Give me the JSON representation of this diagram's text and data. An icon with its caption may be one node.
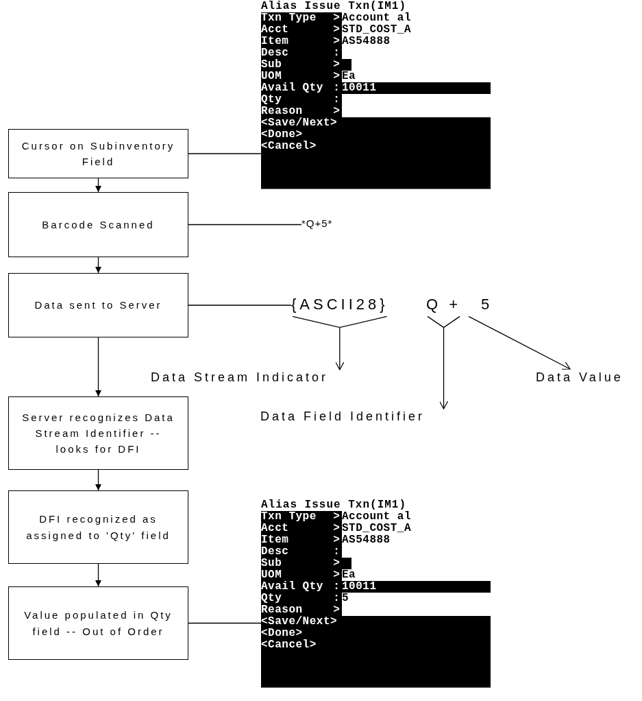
{
  "diagram": {
    "nodes": [
      {
        "text": [
          "Alias Issue Txn(IM1)",
          "Txn Type",
          ">",
          "Account al",
          "Acct",
          ">",
          "STD_COST_A",
          "Item",
          ">",
          "AS54888",
          "Desc",
          ":",
          "Sub",
          ">",
          "UOM",
          ">",
          "Ea",
          "Avail Qty",
          ":",
          "10011",
          "Qty",
          ":",
          "Reason",
          ">",
          "<Save/Next>",
          "<Done>",
          "<Cancel>"
        ]
      },
      {
        "text": [
          "Cursor on Subinventory Field"
        ]
      },
      {
        "text": [
          "Barcode Scanned"
        ]
      },
      {
        "text": [
          "*Q+5*"
        ]
      },
      {
        "text": [
          "Data sent to Server"
        ]
      },
      {
        "text": [
          "{ASCII28}"
        ]
      },
      {
        "text": [
          "Q +"
        ]
      },
      {
        "text": [
          "5"
        ]
      },
      {
        "text": [
          "Data Stream Indicator"
        ]
      },
      {
        "text": [
          "Data Value"
        ]
      },
      {
        "text": [
          "Data Field Identifier"
        ]
      },
      {
        "text": [
          "Server recognizes Data Stream Identifier -- looks for DFI"
        ]
      },
      {
        "text": [
          "DFI recognized as assigned to 'Qty' field"
        ]
      },
      {
        "text": [
          "Alias Issue Txn(IM1)",
          "Txn Type",
          ">",
          "Account al",
          "Acct",
          ">",
          "STD_COST_A",
          "Item",
          ">",
          "AS54888",
          "Desc",
          ":",
          "Sub",
          ">",
          "UOM",
          ">",
          "Ea",
          "Avail Qty",
          ":",
          "10011",
          "Qty",
          ":",
          "5",
          "Reason",
          ">",
          "<Save/Next>",
          "<Done>",
          "<Cancel>"
        ]
      },
      {
        "text": [
          "Value populated in Qty field -- Out of Order"
        ]
      }
    ],
    "edges": [
      {
        "from": 1,
        "to": 0,
        "arrow": "none"
      },
      {
        "from": 1,
        "to": 2,
        "arrow": "to"
      },
      {
        "from": 2,
        "to": 3,
        "arrow": "none"
      },
      {
        "from": 2,
        "to": 4,
        "arrow": "to"
      },
      {
        "from": 4,
        "to": 5,
        "arrow": "none"
      },
      {
        "from": 4,
        "to": 11,
        "arrow": "to"
      },
      {
        "from": 5,
        "to": 8,
        "arrow": "to"
      },
      {
        "from": 6,
        "to": 10,
        "arrow": "to"
      },
      {
        "from": 7,
        "to": 9,
        "arrow": "to"
      },
      {
        "from": 11,
        "to": 12,
        "arrow": "to"
      },
      {
        "from": 12,
        "to": 14,
        "arrow": "to"
      },
      {
        "from": 14,
        "to": 13,
        "arrow": "none"
      }
    ]
  }
}
